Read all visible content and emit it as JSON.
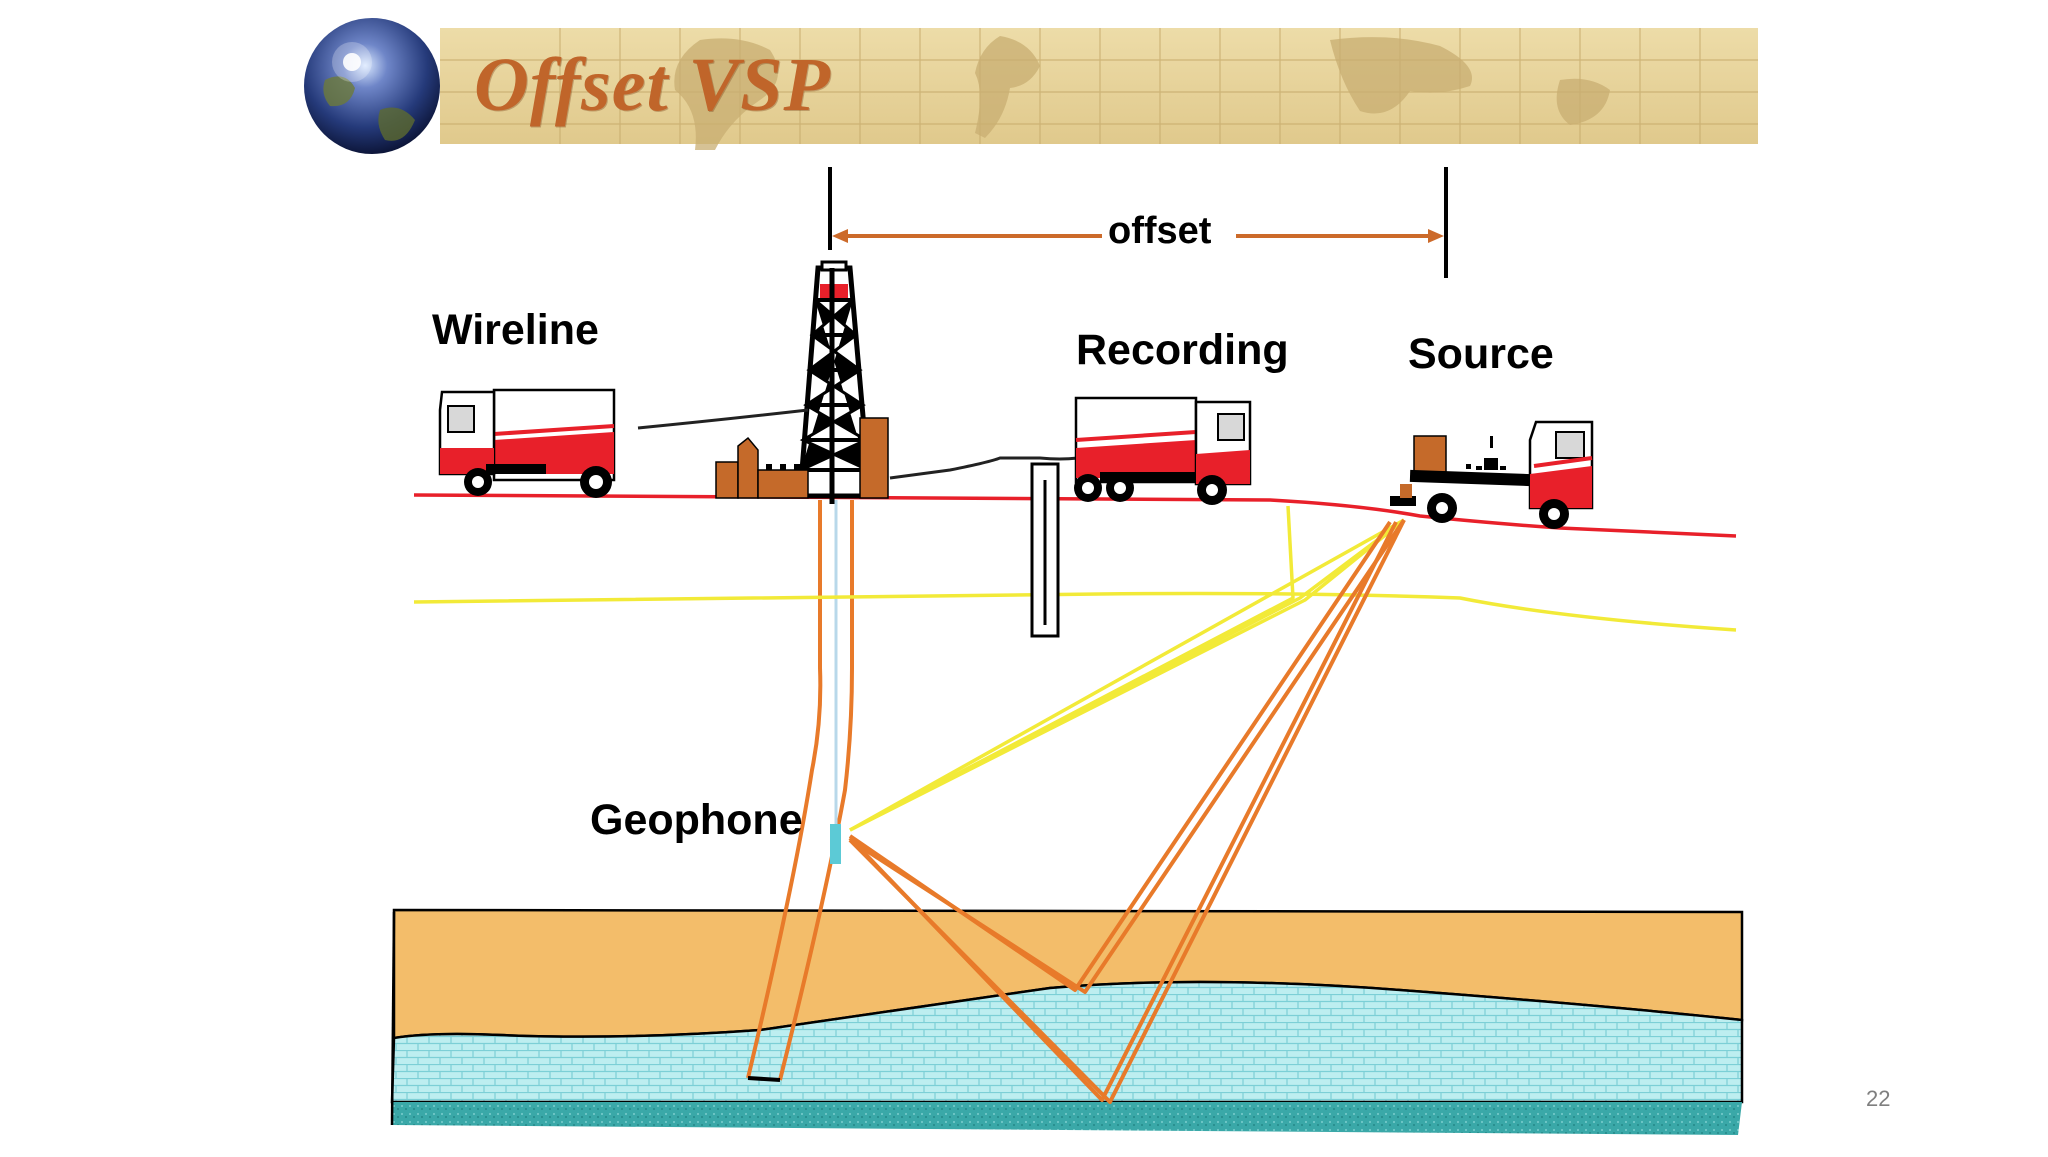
{
  "slide": {
    "title": "Offset VSP",
    "page_number": "22"
  },
  "labels": {
    "offset": "offset",
    "wireline": "Wireline",
    "recording": "Recording",
    "source": "Source",
    "geophone": "Geophone"
  },
  "colors": {
    "title": "#c0652a",
    "banner": "#e6d29c",
    "ground_line": "#e8202a",
    "shallow_reflector": "#f2ea38",
    "ray_direct": "#f2ea38",
    "ray_reflected": "#e87a2a",
    "sand_layer": "#f3bd6a",
    "limestone_layer": "#b8ecee",
    "basement_layer": "#3aa8a8",
    "truck_red": "#e8202a",
    "geophone": "#5ccad6"
  },
  "icons": [
    "globe-icon",
    "drilling-rig-icon",
    "wireline-truck-icon",
    "recording-truck-icon",
    "source-truck-icon"
  ]
}
